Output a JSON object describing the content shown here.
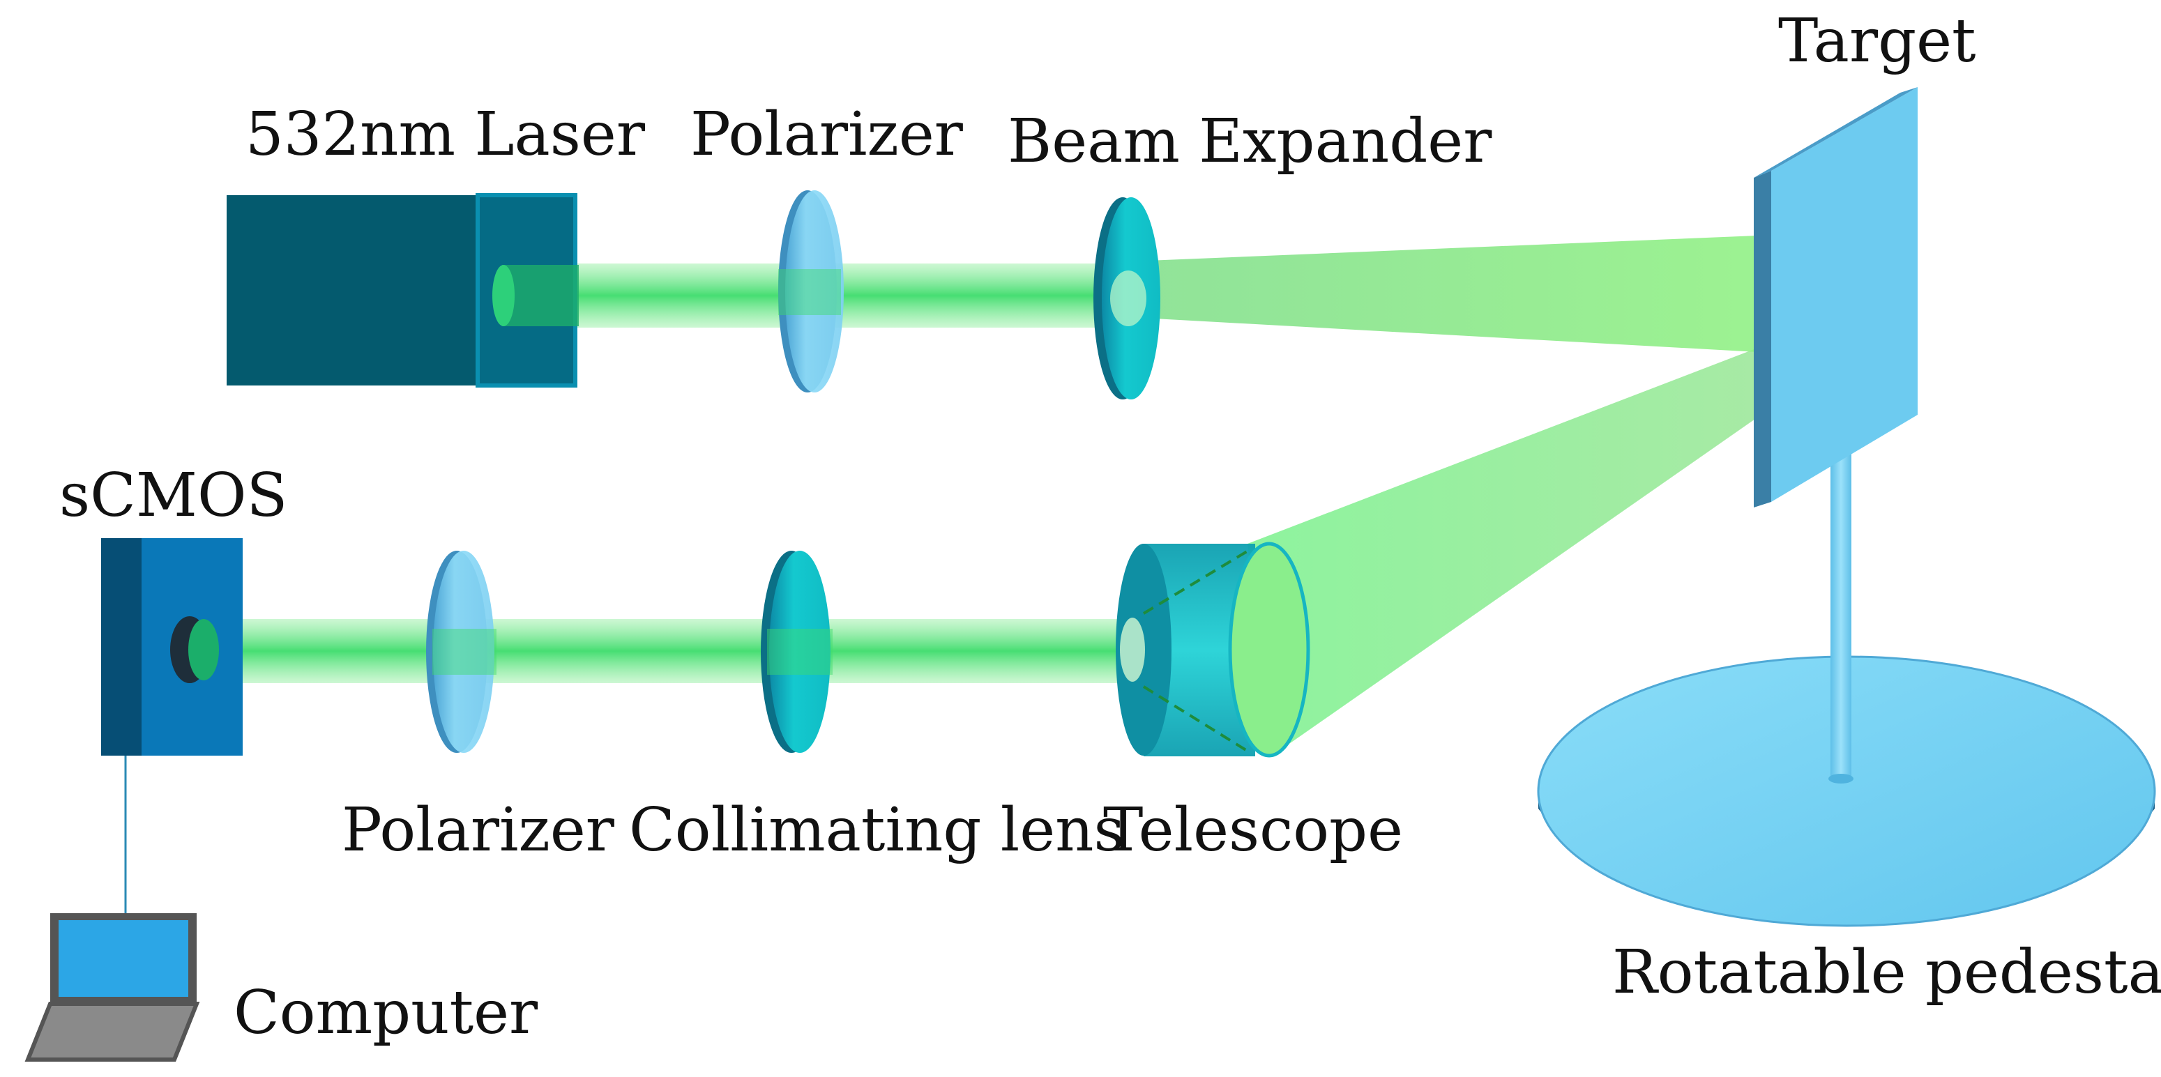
{
  "labels": {
    "laser": "532nm Laser",
    "polarizer_top": "Polarizer",
    "beam_expander": "Beam Expander",
    "target": "Target",
    "scmos": "sCMOS",
    "polarizer_bottom": "Polarizer",
    "collimating_lens": "Collimating lens",
    "telescope": "Telescope",
    "rotatable_pedestal": "Rotatable pedestal",
    "computer": "Computer"
  },
  "colors": {
    "laser_body": "#045A6E",
    "laser_head": "#056B85",
    "beam_green": "#3DDC6B",
    "polarizer": "#7FD6F5",
    "lens_teal": "#12C4C9",
    "target_face": "#6DCBF0",
    "pedestal_top": "#6FD0F5",
    "pedestal_rim": "#1F6E9C",
    "camera_body": "#0A78B8",
    "laptop_screen": "#2CA6E6",
    "laptop_frame": "#555555"
  }
}
